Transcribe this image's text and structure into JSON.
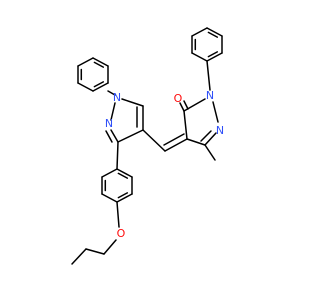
{
  "molecule": {
    "atom_labels": {
      "o_carbonyl": "O",
      "n1_left_pyrazolone": "N",
      "n2_left_pyrazolone": "N",
      "n1_right_pyrazole": "N",
      "n2_right_pyrazole": "N",
      "o_ether": "O"
    },
    "colors": {
      "bond": "#000000",
      "nitrogen": "#3050f8",
      "oxygen": "#ff0d0d",
      "background": "#ffffff"
    }
  }
}
